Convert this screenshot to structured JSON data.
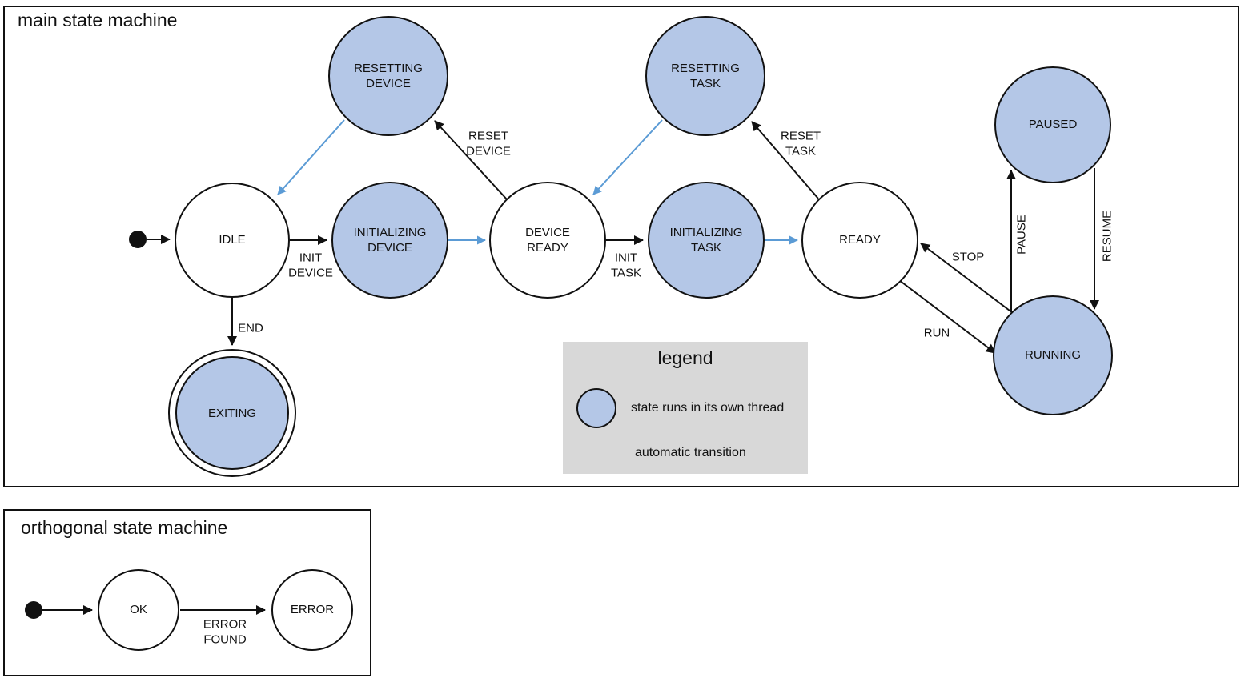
{
  "colors": {
    "state_fill": "#b4c7e7",
    "stroke": "#111111",
    "automatic_transition": "#5b9bd5",
    "legend_background": "#d8d8d8",
    "background": "#ffffff"
  },
  "main_machine": {
    "title": "main state machine",
    "states": [
      {
        "id": "idle",
        "label": "IDLE",
        "threaded": false,
        "final": false
      },
      {
        "id": "resetting-device",
        "label": "RESETTING\nDEVICE",
        "threaded": true,
        "final": false
      },
      {
        "id": "initializing-device",
        "label": "INITIALIZING\nDEVICE",
        "threaded": true,
        "final": false
      },
      {
        "id": "device-ready",
        "label": "DEVICE\nREADY",
        "threaded": false,
        "final": false
      },
      {
        "id": "resetting-task",
        "label": "RESETTING\nTASK",
        "threaded": true,
        "final": false
      },
      {
        "id": "initializing-task",
        "label": "INITIALIZING\nTASK",
        "threaded": true,
        "final": false
      },
      {
        "id": "ready",
        "label": "READY",
        "threaded": false,
        "final": false
      },
      {
        "id": "paused",
        "label": "PAUSED",
        "threaded": true,
        "final": false
      },
      {
        "id": "running",
        "label": "RUNNING",
        "threaded": true,
        "final": false
      },
      {
        "id": "exiting",
        "label": "EXITING",
        "threaded": true,
        "final": true
      }
    ],
    "transitions": [
      {
        "from": "initial",
        "to": "idle",
        "label": "",
        "automatic": false
      },
      {
        "from": "idle",
        "to": "initializing-device",
        "label": "INIT\nDEVICE",
        "automatic": false
      },
      {
        "from": "initializing-device",
        "to": "device-ready",
        "label": "",
        "automatic": true
      },
      {
        "from": "device-ready",
        "to": "resetting-device",
        "label": "RESET\nDEVICE",
        "automatic": false
      },
      {
        "from": "resetting-device",
        "to": "idle",
        "label": "",
        "automatic": true
      },
      {
        "from": "device-ready",
        "to": "initializing-task",
        "label": "INIT\nTASK",
        "automatic": false
      },
      {
        "from": "initializing-task",
        "to": "ready",
        "label": "",
        "automatic": true
      },
      {
        "from": "ready",
        "to": "resetting-task",
        "label": "RESET\nTASK",
        "automatic": false
      },
      {
        "from": "resetting-task",
        "to": "device-ready",
        "label": "",
        "automatic": true
      },
      {
        "from": "ready",
        "to": "running",
        "label": "RUN",
        "automatic": false
      },
      {
        "from": "running",
        "to": "ready",
        "label": "STOP",
        "automatic": false
      },
      {
        "from": "running",
        "to": "paused",
        "label": "PAUSE",
        "automatic": false
      },
      {
        "from": "paused",
        "to": "running",
        "label": "RESUME",
        "automatic": false
      },
      {
        "from": "idle",
        "to": "exiting",
        "label": "END",
        "automatic": false
      }
    ]
  },
  "legend": {
    "title": "legend",
    "items": [
      {
        "symbol": "threaded-state-circle",
        "text": "state runs in its own thread"
      },
      {
        "symbol": "automatic-transition-arrow",
        "text": "automatic transition"
      }
    ]
  },
  "orthogonal_machine": {
    "title": "orthogonal state machine",
    "states": [
      {
        "id": "ok",
        "label": "OK",
        "threaded": false,
        "final": false
      },
      {
        "id": "error",
        "label": "ERROR",
        "threaded": false,
        "final": false
      }
    ],
    "transitions": [
      {
        "from": "initial",
        "to": "ok",
        "label": "",
        "automatic": false
      },
      {
        "from": "ok",
        "to": "error",
        "label": "ERROR\nFOUND",
        "automatic": false
      }
    ]
  }
}
